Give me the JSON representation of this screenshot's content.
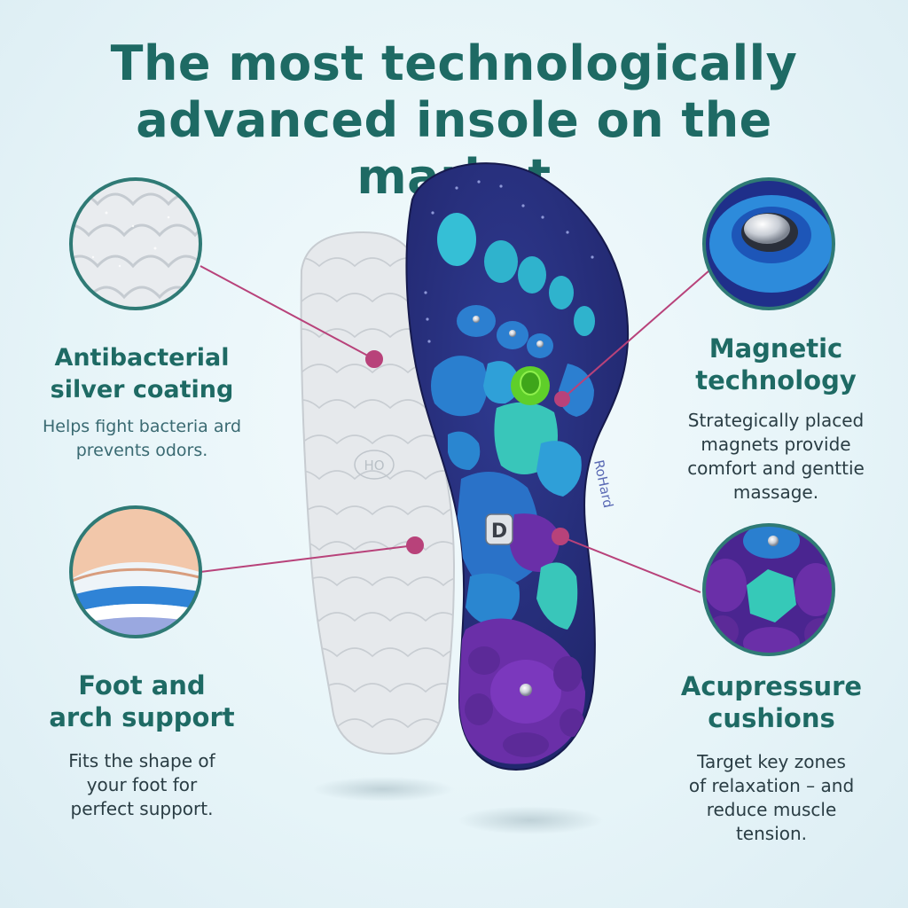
{
  "headline": {
    "line1": "The most technologically",
    "line2": "advanced insole on the market"
  },
  "features": {
    "antibacterial": {
      "title_line1": "Antibacterial",
      "title_line2": "silver coating",
      "desc_line1": "Helps fight bacteria ard",
      "desc_line2": "prevents odors."
    },
    "arch": {
      "title_line1": "Foot and",
      "title_line2": "arch support",
      "desc_line1": "Fits the shape of",
      "desc_line2": "your foot for",
      "desc_line3": "perfect support."
    },
    "magnetic": {
      "title_line1": "Magnetic",
      "title_line2": "technology",
      "desc_line1": "Strategically placed",
      "desc_line2": "magnets provide",
      "desc_line3": "comfort and genttie",
      "desc_line4": "massage."
    },
    "acupressure": {
      "title_line1": "Acupressure",
      "title_line2": "cushions",
      "desc_line1": "Target key zones",
      "desc_line2": "of relaxation – and",
      "desc_line3": "reduce muscle",
      "desc_line4": "tension."
    }
  },
  "product": {
    "brand_mark": "RoHard",
    "sole_mark": "HO",
    "magnet_mark": "D"
  },
  "colors": {
    "accent_line": "#b8427a",
    "heading": "#1e6a64",
    "insole_base": "#272d7a",
    "node_cyan": "#2fb8cf",
    "node_teal": "#36c9b8",
    "node_purple": "#6a2fa8",
    "node_green": "#5fcf2a",
    "circle_border": "#2f7a75"
  }
}
